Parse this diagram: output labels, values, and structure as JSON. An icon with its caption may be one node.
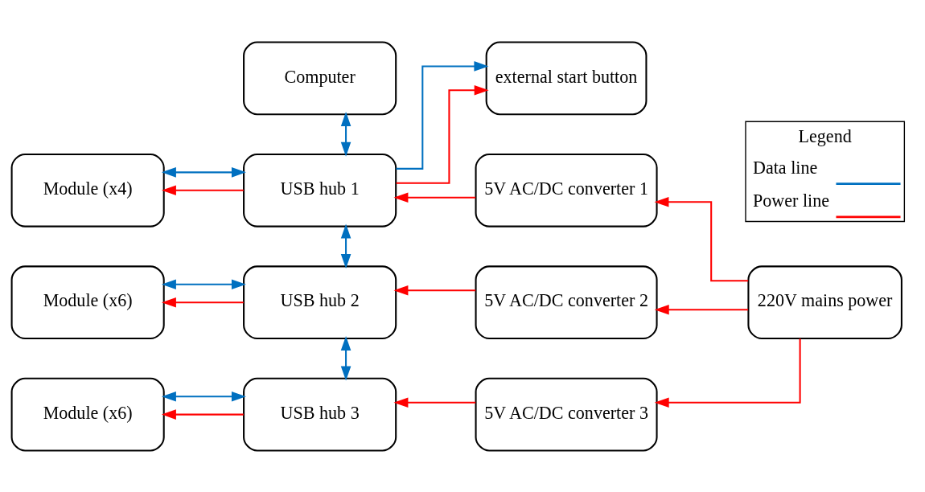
{
  "diagram": {
    "nodes": [
      {
        "text": [
          "Computer"
        ]
      },
      {
        "text": [
          "external start button"
        ]
      },
      {
        "text": [
          "Module (x4)"
        ]
      },
      {
        "text": [
          "USB hub 1"
        ]
      },
      {
        "text": [
          "5V AC/DC converter 1"
        ]
      },
      {
        "text": [
          "Module (x6)"
        ]
      },
      {
        "text": [
          "USB hub 2"
        ]
      },
      {
        "text": [
          "5V AC/DC converter 2"
        ]
      },
      {
        "text": [
          "220V mains power"
        ]
      },
      {
        "text": [
          "Module (x6)"
        ]
      },
      {
        "text": [
          "USB hub 3"
        ]
      },
      {
        "text": [
          "5V AC/DC converter 3"
        ]
      }
    ],
    "edges": [
      {
        "from": 0,
        "to": 3,
        "arrow": "both",
        "color": "#0070c0"
      },
      {
        "from": 3,
        "to": 1,
        "arrow": "to",
        "color": "#0070c0"
      },
      {
        "from": 3,
        "to": 1,
        "arrow": "to"
      },
      {
        "from": 3,
        "to": 2,
        "arrow": "to"
      },
      {
        "from": 3,
        "to": 2,
        "arrow": "both",
        "color": "#0070c0"
      },
      {
        "from": 4,
        "to": 3,
        "arrow": "to"
      },
      {
        "from": 3,
        "to": 6,
        "arrow": "both",
        "color": "#0070c0"
      },
      {
        "from": 6,
        "to": 5,
        "arrow": "to"
      },
      {
        "from": 6,
        "to": 5,
        "arrow": "both",
        "color": "#0070c0"
      },
      {
        "from": 7,
        "to": 6,
        "arrow": "to"
      },
      {
        "from": 6,
        "to": 10,
        "arrow": "both",
        "color": "#0070c0"
      },
      {
        "from": 10,
        "to": 9,
        "arrow": "to"
      },
      {
        "from": 10,
        "to": 9,
        "arrow": "both",
        "color": "#0070c0"
      },
      {
        "from": 11,
        "to": 10,
        "arrow": "to"
      },
      {
        "from": 8,
        "to": 4,
        "arrow": "to"
      },
      {
        "from": 8,
        "to": 7,
        "arrow": "to"
      },
      {
        "from": 8,
        "to": 11,
        "arrow": "to"
      }
    ],
    "labels": [
      "Legend"
    ],
    "legend": [
      {
        "text": "Data line"
      },
      {
        "text": "Power line"
      }
    ]
  }
}
